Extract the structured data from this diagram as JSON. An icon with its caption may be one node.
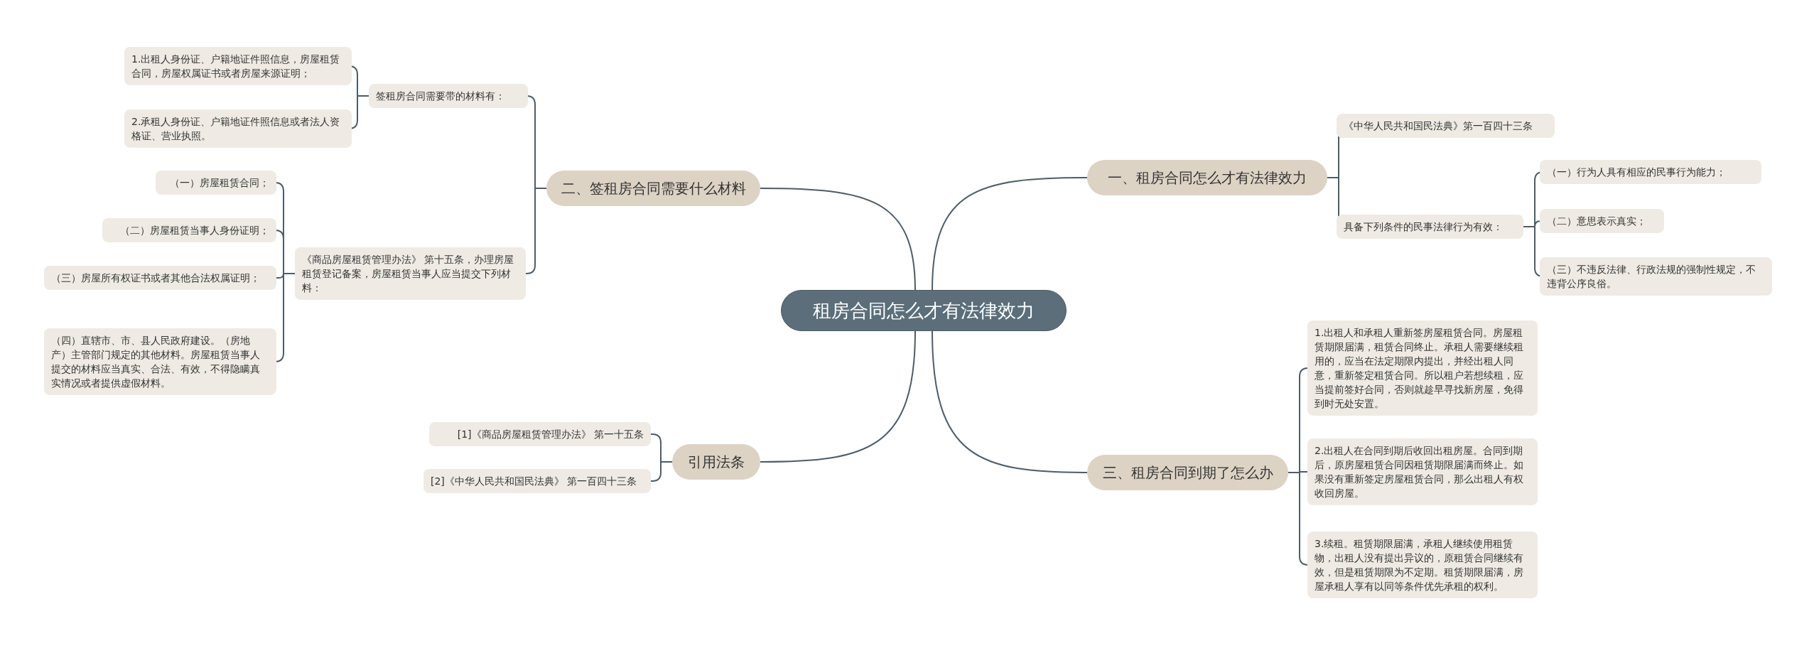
{
  "diagram": {
    "nodes": [
      {
        "text": [
          "租房合同怎么才有法律效力"
        ]
      },
      {
        "text": [
          "一、租房合同怎么才有法律效力"
        ]
      },
      {
        "text": [
          "《中华人民共和国民法典》第一百四十三条"
        ]
      },
      {
        "text": [
          "具备下列条件的民事法律行为有效："
        ]
      },
      {
        "text": [
          "（一）行为人具有相应的民事行为能力；"
        ]
      },
      {
        "text": [
          "（二）意思表示真实；"
        ]
      },
      {
        "text": [
          "（三）不违反法律、行政法规的强制性规定，不违背公序良俗。"
        ]
      },
      {
        "text": [
          "三、租房合同到期了怎么办"
        ]
      },
      {
        "text": [
          "1.出租人和承租人重新签房屋租赁合同。房屋租赁期限届满，租赁合同终止。承租人需要继续租用的，应当在法定期限内提出，并经出租人同意，重新签定租赁合同。所以租户若想续租，应当提前签好合同，否则就趁早寻找新房屋，免得到时无处安置。"
        ]
      },
      {
        "text": [
          "2.出租人在合同到期后收回出租房屋。合同到期后，原房屋租赁合同因租赁期限届满而终止。如果没有重新签定房屋租赁合同，那么出租人有权收回房屋。"
        ]
      },
      {
        "text": [
          "3.续租。租赁期限届满，承租人继续使用租赁物，出租人没有提出异议的，原租赁合同继续有效，但是租赁期限为不定期。租赁期限届满，房屋承租人享有以同等条件优先承租的权利。"
        ]
      },
      {
        "text": [
          "二、签租房合同需要什么材料"
        ]
      },
      {
        "text": [
          "签租房合同需要带的材料有："
        ]
      },
      {
        "text": [
          "1.出租人身份证、户籍地证件照信息，房屋租赁合同，房屋权属证书或者房屋来源证明；"
        ]
      },
      {
        "text": [
          "2.承租人身份证、户籍地证件照信息或者法人资格证、营业执照。"
        ]
      },
      {
        "text": [
          "《商品房屋租赁管理办法》 第十五条，办理房屋租赁登记备案，房屋租赁当事人应当提交下列材料："
        ]
      },
      {
        "text": [
          "（一）房屋租赁合同；"
        ]
      },
      {
        "text": [
          "（二）房屋租赁当事人身份证明；"
        ]
      },
      {
        "text": [
          "（三）房屋所有权证书或者其他合法权属证明；"
        ]
      },
      {
        "text": [
          "（四）直辖市、市、县人民政府建设。（房地产）主管部门规定的其他材料。房屋租赁当事人提交的材料应当真实、合法、有效，不得隐瞒真实情况或者提供虚假材料。"
        ]
      },
      {
        "text": [
          "引用法条"
        ]
      },
      {
        "text": [
          "[1]《商品房屋租赁管理办法》 第一十五条"
        ]
      },
      {
        "text": [
          "[2]《中华人民共和国民法典》 第一百四十三条"
        ]
      }
    ],
    "edges": [
      {
        "from": 0,
        "to": 1,
        "arrow": "none"
      },
      {
        "from": 1,
        "to": 2,
        "arrow": "none"
      },
      {
        "from": 1,
        "to": 3,
        "arrow": "none"
      },
      {
        "from": 3,
        "to": 4,
        "arrow": "none"
      },
      {
        "from": 3,
        "to": 5,
        "arrow": "none"
      },
      {
        "from": 3,
        "to": 6,
        "arrow": "none"
      },
      {
        "from": 0,
        "to": 7,
        "arrow": "none"
      },
      {
        "from": 7,
        "to": 8,
        "arrow": "none"
      },
      {
        "from": 7,
        "to": 9,
        "arrow": "none"
      },
      {
        "from": 7,
        "to": 10,
        "arrow": "none"
      },
      {
        "from": 0,
        "to": 11,
        "arrow": "none"
      },
      {
        "from": 11,
        "to": 12,
        "arrow": "none"
      },
      {
        "from": 12,
        "to": 13,
        "arrow": "none"
      },
      {
        "from": 12,
        "to": 14,
        "arrow": "none"
      },
      {
        "from": 11,
        "to": 15,
        "arrow": "none"
      },
      {
        "from": 15,
        "to": 16,
        "arrow": "none"
      },
      {
        "from": 15,
        "to": 17,
        "arrow": "none"
      },
      {
        "from": 15,
        "to": 18,
        "arrow": "none"
      },
      {
        "from": 15,
        "to": 19,
        "arrow": "none"
      },
      {
        "from": 0,
        "to": 20,
        "arrow": "none"
      },
      {
        "from": 20,
        "to": 21,
        "arrow": "none"
      },
      {
        "from": 20,
        "to": 22,
        "arrow": "none"
      }
    ]
  }
}
